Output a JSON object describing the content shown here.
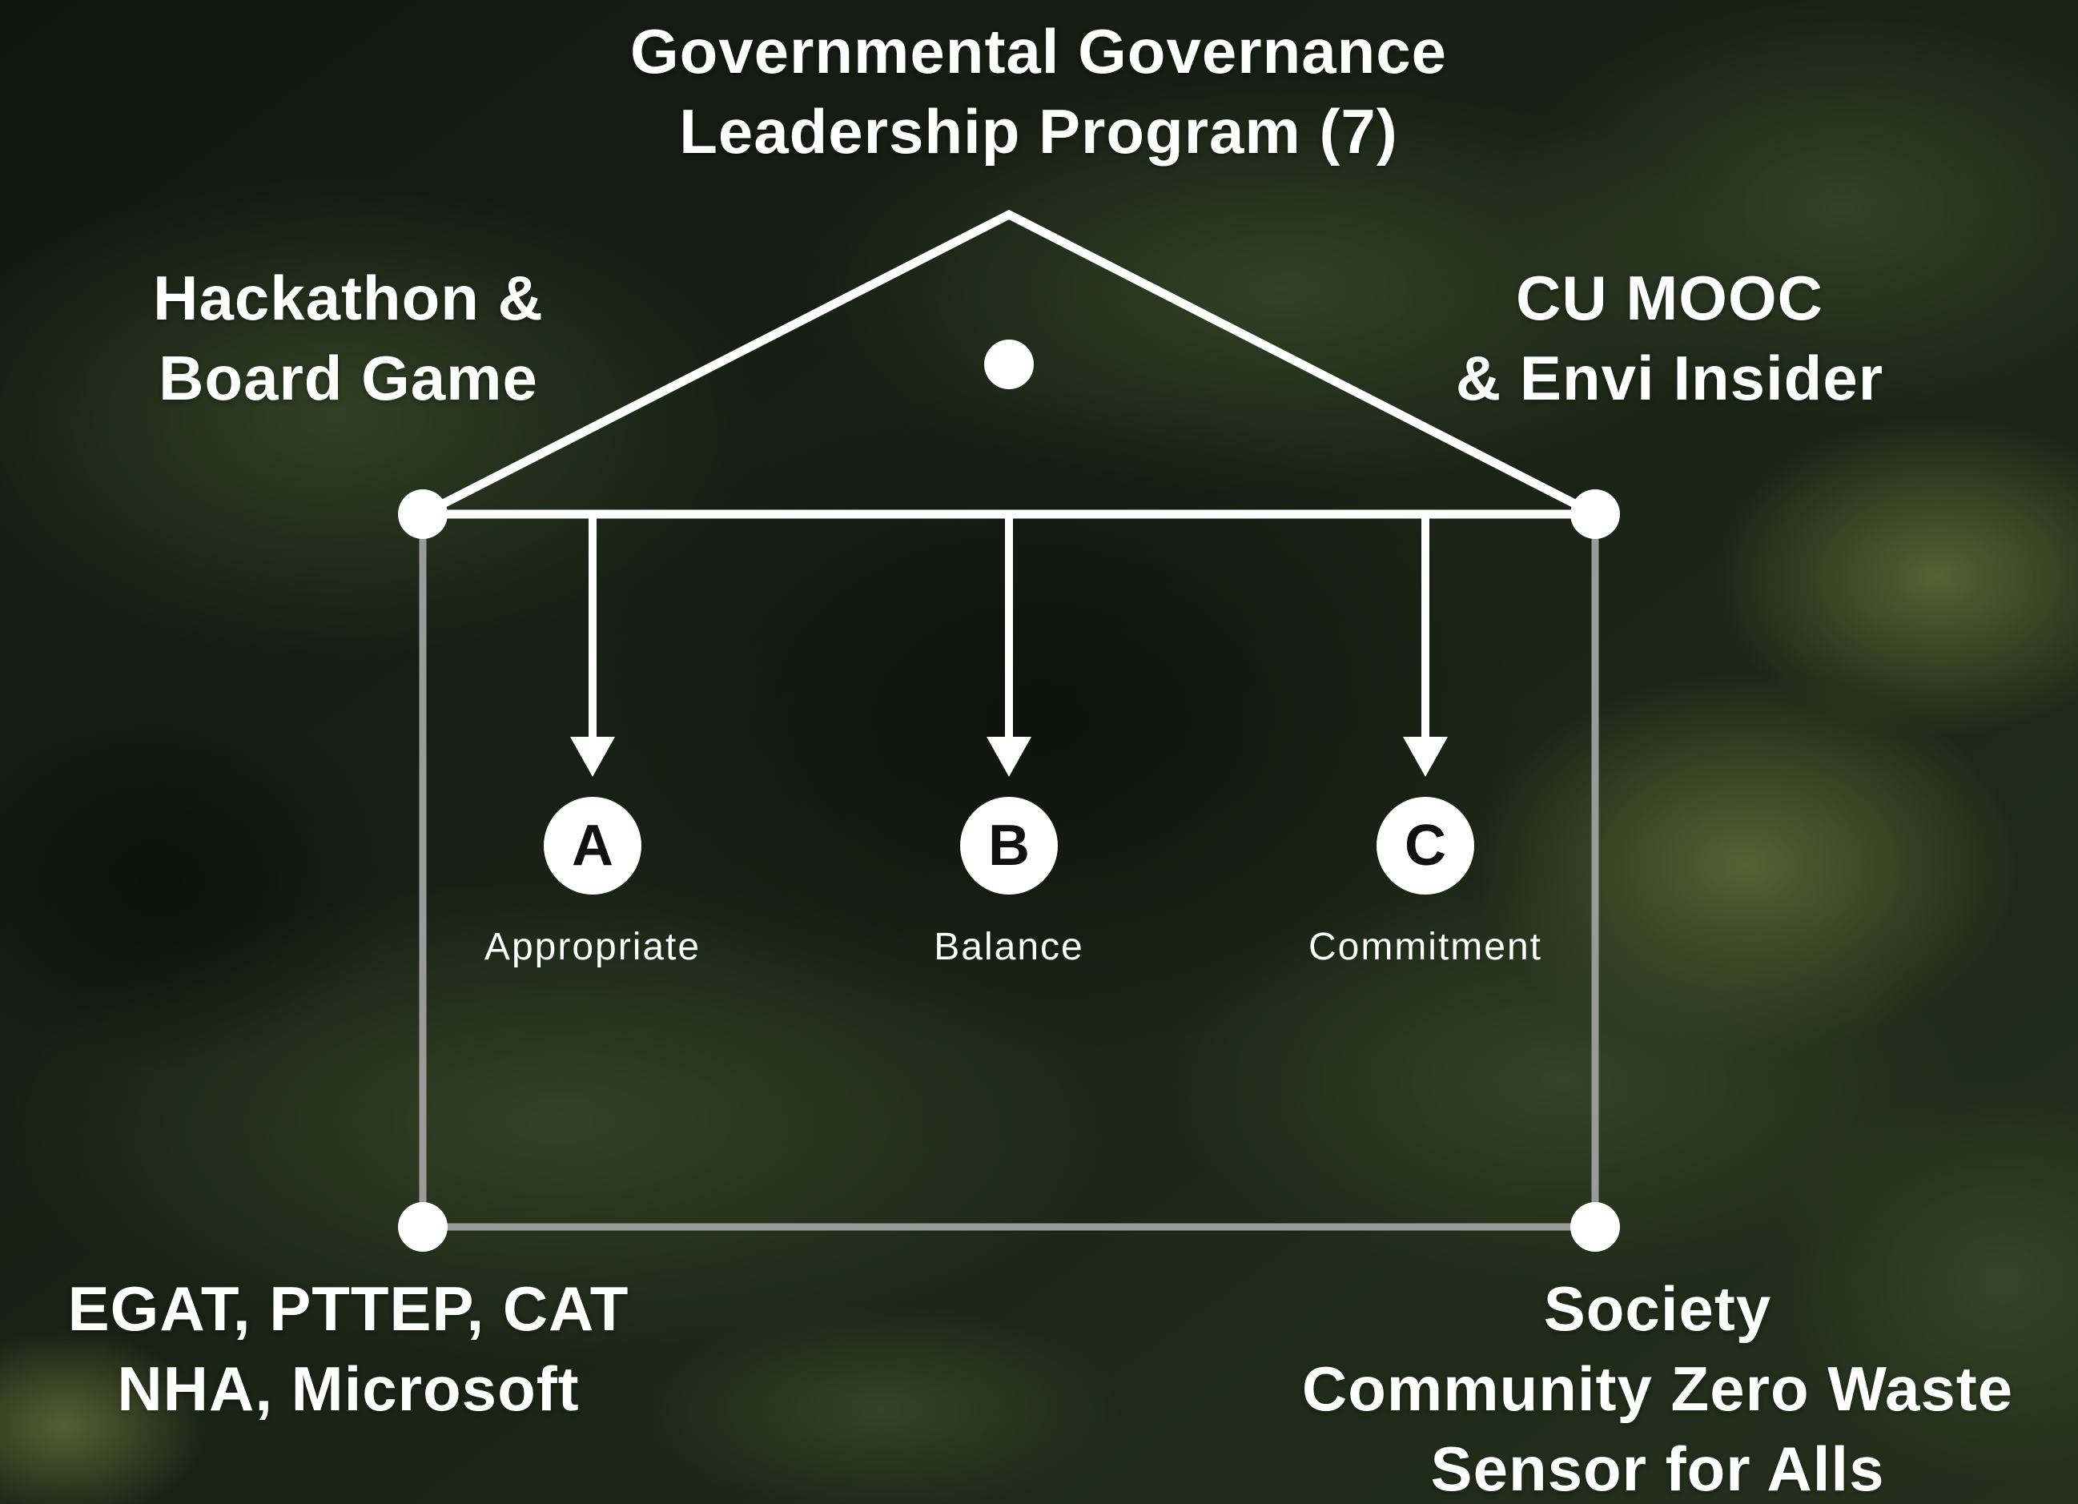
{
  "header": {
    "title_line1": "Governmental Governance",
    "title_line2": "Leadership Program (7)"
  },
  "top_left_label": {
    "line1": "Hackathon &",
    "line2": "Board Game"
  },
  "top_right_label": {
    "line1": "CU MOOC",
    "line2": "& Envi Insider"
  },
  "bottom_left_label": {
    "line1": "EGAT, PTTEP, CAT",
    "line2": "NHA, Microsoft"
  },
  "bottom_right_label": {
    "line1": "Society",
    "line2": "Community Zero Waste",
    "line3": "Sensor for Alls"
  },
  "principles": [
    {
      "letter": "A",
      "label": "Appropriate"
    },
    {
      "letter": "B",
      "label": "Balance"
    },
    {
      "letter": "C",
      "label": "Commitment"
    }
  ],
  "colors": {
    "background": "#141b12",
    "foliage": "#2a3a22",
    "line": "#ffffff",
    "wall": "#9a9a9a",
    "node_text": "#111111"
  }
}
